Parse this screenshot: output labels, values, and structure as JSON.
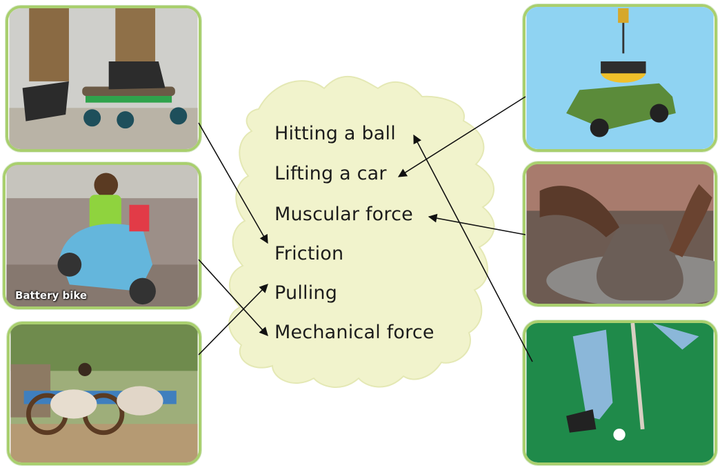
{
  "phrases": [
    "Hitting a ball",
    "Lifting a car",
    "Muscular force",
    "Friction",
    "Pulling",
    "Mechanical force"
  ],
  "photos": {
    "battery_bike_caption": "Battery bike"
  },
  "colors": {
    "frame": "#a9cf6e",
    "blob": "#f1f3cc",
    "arrow": "#111111"
  }
}
